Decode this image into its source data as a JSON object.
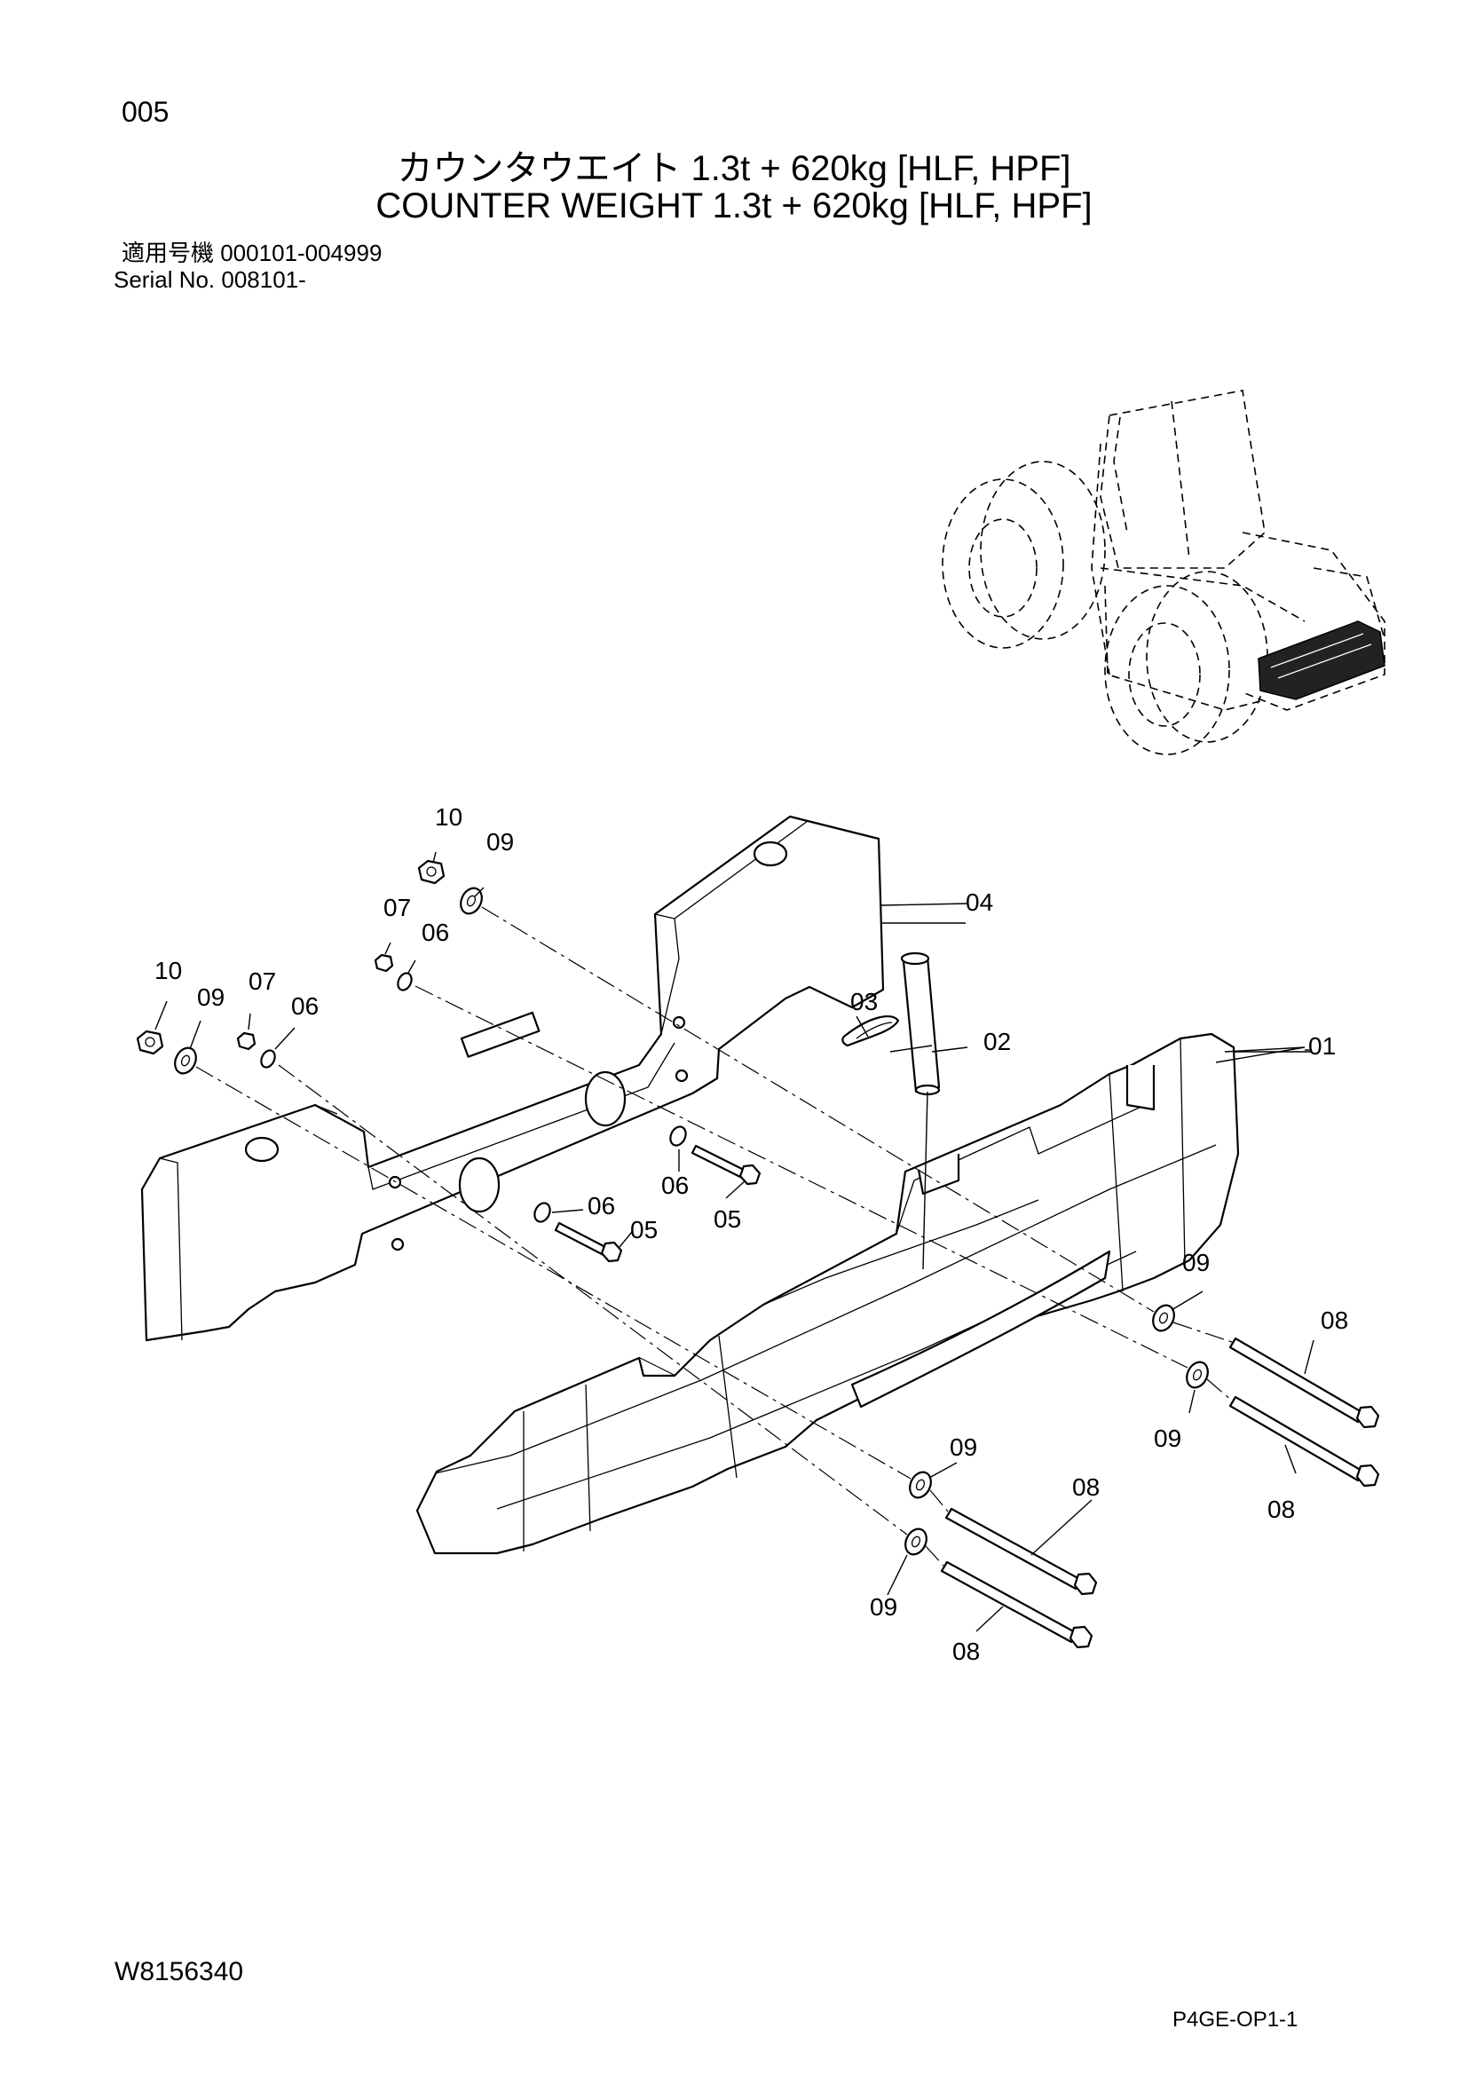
{
  "header": {
    "page_number": "005",
    "title_jp": "カウンタウエイト 1.3t + 620kg [HLF, HPF]",
    "title_en": "COUNTER WEIGHT 1.3t + 620kg [HLF, HPF]",
    "serial_jp": "適用号機 000101-004999",
    "serial_en": "Serial No. 008101-"
  },
  "callouts": {
    "p01": "01",
    "p02": "02",
    "p03": "03",
    "p04": "04",
    "p05": "05",
    "p06": "06",
    "p07": "07",
    "p08": "08",
    "p09": "09",
    "p10": "10"
  },
  "footer": {
    "drawing_id": "W8156340",
    "page_code": "P4GE-OP1-1"
  }
}
